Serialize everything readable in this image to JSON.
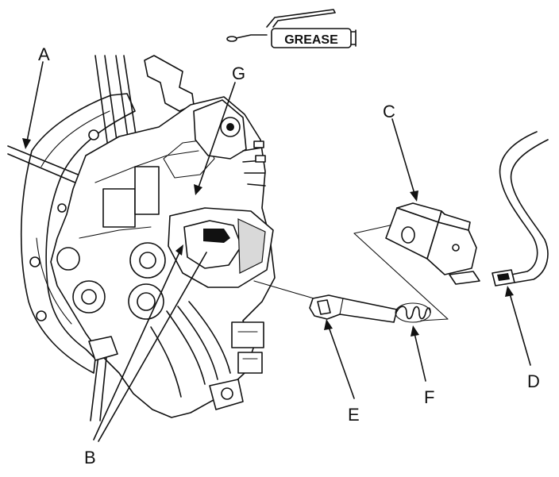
{
  "grease_symbol": {
    "text": "GREASE",
    "icon": "grease-tube-icon"
  },
  "callouts": [
    {
      "id": "A",
      "text": "A"
    },
    {
      "id": "B",
      "text": "B"
    },
    {
      "id": "C",
      "text": "C"
    },
    {
      "id": "D",
      "text": "D"
    },
    {
      "id": "E",
      "text": "E"
    },
    {
      "id": "F",
      "text": "F"
    },
    {
      "id": "G",
      "text": "G"
    }
  ]
}
